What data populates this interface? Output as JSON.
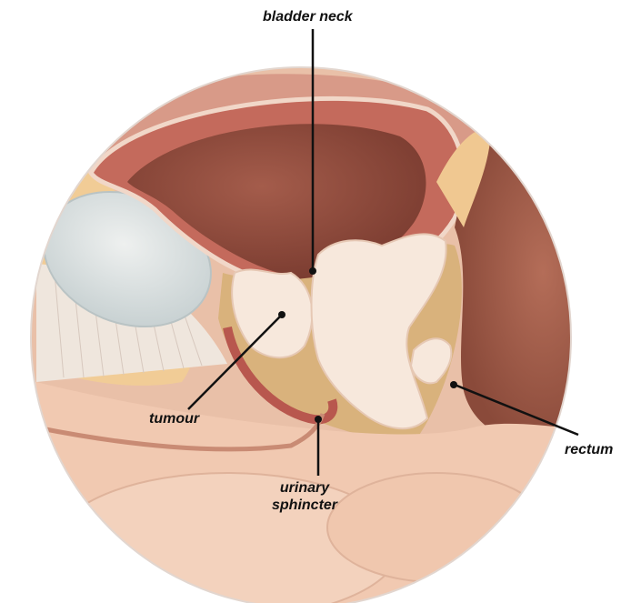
{
  "labels": {
    "bladder_neck": "bladder neck",
    "tumour": "tumour",
    "urinary_line1": "urinary",
    "urinary_line2": "sphincter",
    "rectum": "rectum"
  },
  "colors": {
    "background_tissue": "#e7bda6",
    "bladder_wall": "#b8574e",
    "bladder_lumen": "#8d4a3c",
    "bone": "#e6dfda",
    "fat": "#f0c891",
    "tumour": "#f6e6da",
    "rectum": "#9e5a48",
    "leader_line": "#111111"
  }
}
